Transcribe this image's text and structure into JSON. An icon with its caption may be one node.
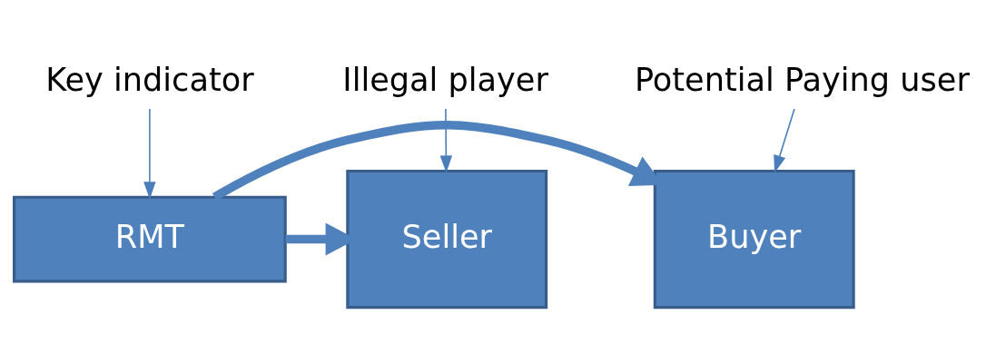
{
  "diagram": {
    "nodes": [
      {
        "text": [
          "Illegal player"
        ]
      },
      {
        "text": [
          "Key indicator"
        ]
      },
      {
        "text": [
          "Potential Paying user"
        ]
      },
      {
        "text": [
          "Seller"
        ]
      },
      {
        "text": [
          "RMT"
        ]
      },
      {
        "text": [
          "Buyer"
        ]
      }
    ],
    "edges": [
      {
        "from": 0,
        "to": 3,
        "arrow": "to"
      },
      {
        "from": 1,
        "to": 4,
        "arrow": "to"
      },
      {
        "from": 2,
        "to": 5,
        "arrow": "to"
      },
      {
        "from": 4,
        "to": 3,
        "arrow": "to",
        "style": "thick"
      },
      {
        "from": 4,
        "to": 5,
        "arrow": "to",
        "style": "thick"
      }
    ]
  }
}
